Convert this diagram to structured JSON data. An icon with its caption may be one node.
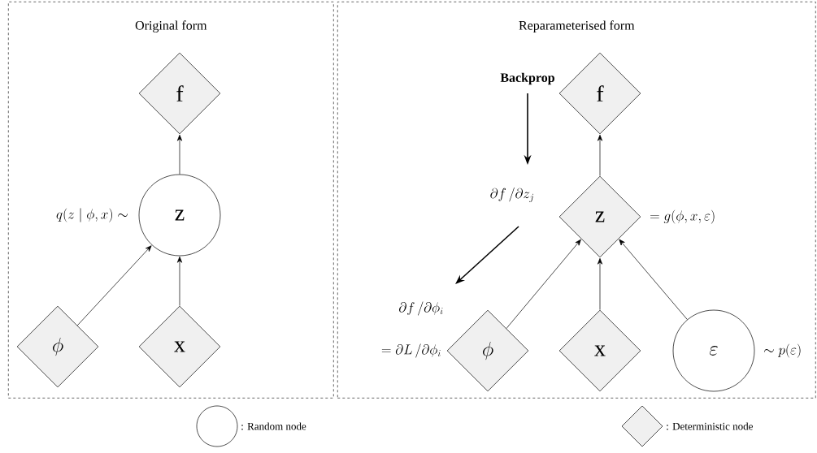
{
  "diagram": {
    "nodes": [
      {
        "text": [
          "Original form"
        ]
      },
      {
        "text": [
          "\\mathrm{f}"
        ],
        "in": 0
      },
      {
        "text": [
          "\\mathrm{z}"
        ],
        "in": 0,
        "beside": [
          "q(z \\mid \\phi, x) \\sim"
        ]
      },
      {
        "text": [
          "\\phi"
        ],
        "in": 0
      },
      {
        "text": [
          "\\mathrm{x}"
        ],
        "in": 0
      },
      {
        "text": [
          "Reparameterised form"
        ]
      },
      {
        "text": [
          "\\mathrm{f}"
        ],
        "in": 5
      },
      {
        "text": [
          "\\mathrm{z}"
        ],
        "in": 5,
        "beside": [
          "= g(\\phi, x, \\varepsilon)"
        ]
      },
      {
        "text": [
          "\\phi"
        ],
        "in": 5,
        "beside": [
          "= \\partial L \\,/ \\partial \\phi_i"
        ]
      },
      {
        "text": [
          "\\mathrm{x}"
        ],
        "in": 5
      },
      {
        "text": [
          "\\varepsilon"
        ],
        "in": 5,
        "beside": [
          "\\sim p(\\varepsilon)"
        ]
      }
    ],
    "edges": [
      {
        "from": 2,
        "to": 1,
        "arrow": "to"
      },
      {
        "from": 3,
        "to": 2,
        "arrow": "to"
      },
      {
        "from": 4,
        "to": 2,
        "arrow": "to"
      },
      {
        "from": 7,
        "to": 6,
        "arrow": "to"
      },
      {
        "from": 8,
        "to": 7,
        "arrow": "to"
      },
      {
        "from": 9,
        "to": 7,
        "arrow": "to"
      },
      {
        "from": 10,
        "to": 7,
        "arrow": "to"
      }
    ],
    "labels": [
      "Backprop",
      "\\partial f \\,/ \\partial z_j",
      "\\partial f \\,/ \\partial \\phi_i"
    ],
    "legend": [
      {
        "text": ": Random node"
      },
      {
        "text": ": Deterministic node"
      }
    ]
  }
}
